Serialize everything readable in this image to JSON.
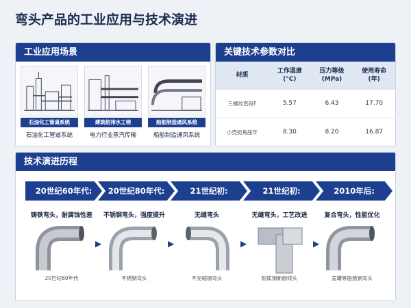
{
  "page": {
    "title": "弯头产品的工业应用与技术演进"
  },
  "scenes": {
    "header": "工业应用场景",
    "items": [
      {
        "tag": "石油化工管道系统",
        "caption": "石油化工管道系统",
        "icon": "refinery-illustration"
      },
      {
        "tag": "建筑给排水工程",
        "caption": "电力行业蒸汽传输",
        "icon": "plant-pipeline-illustration"
      },
      {
        "tag": "船舶制造通风系统",
        "caption": "船舶制造通风系统",
        "icon": "ship-duct-illustration"
      }
    ]
  },
  "params": {
    "header": "关键技术参数对比",
    "columns": [
      "材质",
      "工作温度\n(°C)",
      "压力等级\n(MPa)",
      "使用寿命\n(年)"
    ],
    "rows": [
      [
        "三螺纹直段F",
        "5.57",
        "6.43",
        "17.70"
      ],
      [
        "小壳钜角座年",
        "8.30",
        "8.20",
        "16.87"
      ]
    ]
  },
  "evolution": {
    "header": "技术演进历程",
    "stages": [
      {
        "era": "20世纪60年代:",
        "desc": "铸铁弯头，耐腐蚀性差",
        "caption": "20世纪60年代"
      },
      {
        "era": "20世纪80年代:",
        "desc": "不锈钢弯头，强度提升",
        "caption": "不锈钢弯头"
      },
      {
        "era": "21世纪初:",
        "desc": "无缝弯头",
        "caption": "不完缩钢弯头"
      },
      {
        "era": "21世纪初:",
        "desc": "无缝弯头，工艺改进",
        "caption": "耐腐钢新颜续头"
      },
      {
        "era": "2010年后:",
        "desc": "复合弯头，性能优化",
        "caption": "宽罐等脂筋钢弯头"
      }
    ]
  },
  "colors": {
    "brand": "#1d3f8f",
    "panel_head": "#1d3f8f",
    "table_head": "#dfe7f3"
  }
}
